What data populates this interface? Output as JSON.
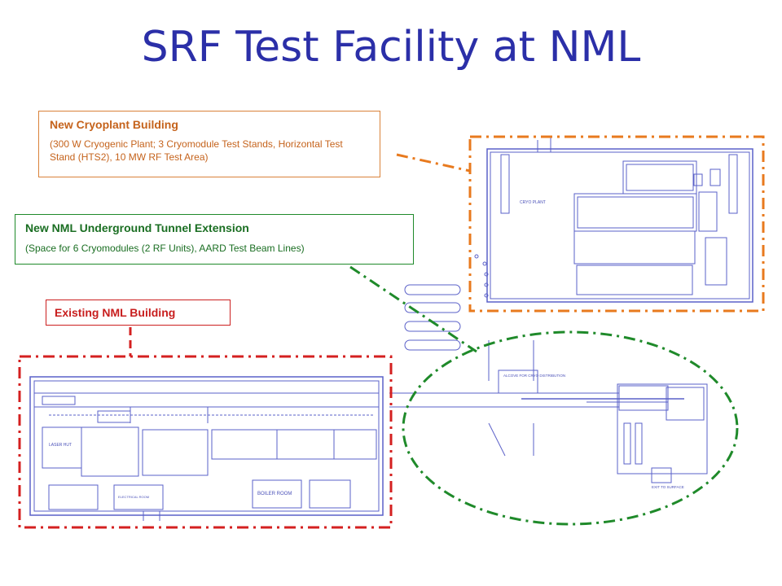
{
  "title": "SRF Test Facility at NML",
  "callouts": {
    "cryoplant": {
      "heading": "New Cryoplant Building",
      "detail": "(300 W Cryogenic Plant; 3 Cryomodule Test Stands, Horizontal Test Stand (HTS2), 10 MW RF Test Area)"
    },
    "tunnel": {
      "heading": "New NML Underground Tunnel Extension",
      "detail": "(Space for 6 Cryomodules (2 RF Units), AARD Test Beam Lines)"
    },
    "nml": {
      "heading": "Existing NML Building"
    }
  },
  "plan_labels": {
    "laser_hut": "LASER HUT",
    "boiler_room": "BOILER ROOM",
    "electrical_room": "ELECTRICAL ROOM",
    "cryo_plant": "CRYO PLANT",
    "alcove": "ALCOVE FOR CRYO DISTRIBUTION",
    "exit": "EXIT TO SURFACE"
  },
  "colors": {
    "title": "#2b2fa8",
    "cryoplant_outline": "#e87a1e",
    "tunnel_outline": "#1f8a2a",
    "nml_outline": "#d42020",
    "plan_lines": "#5a60c8"
  }
}
